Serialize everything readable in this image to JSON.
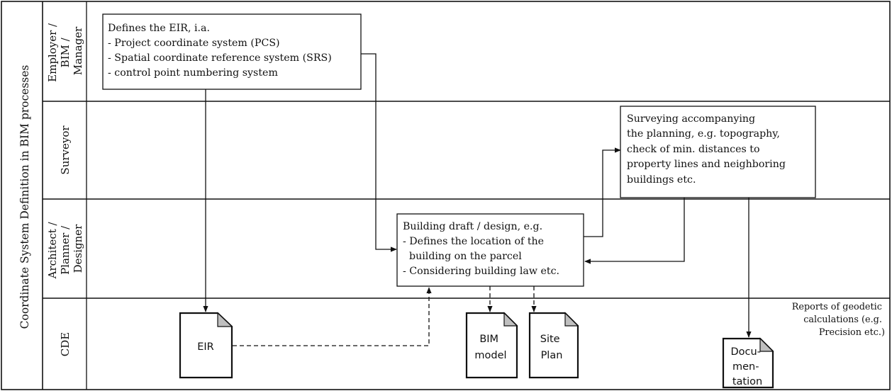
{
  "pool_title": "Coordinate System Definition in BIM processes",
  "lanes": [
    {
      "id": "employer",
      "label_lines": [
        "Employer /",
        "BIM /",
        "Manager"
      ]
    },
    {
      "id": "surveyor",
      "label_lines": [
        "Surveyor"
      ]
    },
    {
      "id": "architect",
      "label_lines": [
        "Architect /",
        "Planner /",
        "Designer"
      ]
    },
    {
      "id": "cde",
      "label_lines": [
        "CDE"
      ]
    }
  ],
  "tasks": {
    "eir_definition": {
      "lines": [
        "Defines the EIR, i.a.",
        "- Project coordinate system (PCS)",
        "- Spatial coordinate reference system (SRS)",
        "- control point numbering system"
      ]
    },
    "surveying": {
      "lines": [
        "Surveying accompanying",
        "the planning, e.g. topography,",
        "check of min. distances to",
        "property lines and neighboring",
        "buildings etc."
      ]
    },
    "building_draft": {
      "lines": [
        "Building draft / design, e.g.",
        "- Defines the location of the",
        "  building on the parcel",
        "- Considering building law etc."
      ]
    }
  },
  "documents": {
    "eir": {
      "lines": [
        "EIR"
      ]
    },
    "bim_model": {
      "lines": [
        "BIM",
        "model"
      ]
    },
    "site_plan": {
      "lines": [
        "Site",
        "Plan"
      ]
    },
    "documentation": {
      "lines": [
        "Docu-",
        "men-",
        "tation"
      ]
    }
  },
  "annotation": {
    "lines": [
      "Reports of geodetic",
      "calculations (e.g.",
      "Precision etc.)"
    ]
  }
}
